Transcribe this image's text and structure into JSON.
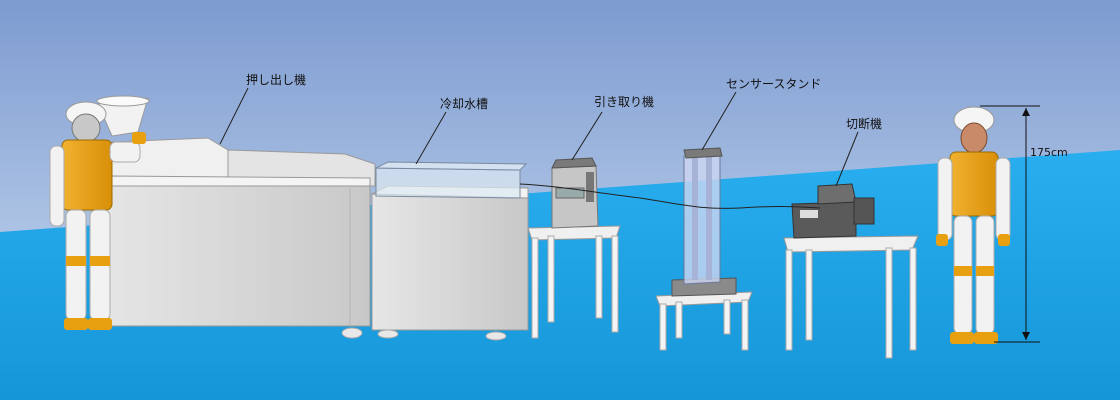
{
  "labels": {
    "extruder": "押し出し機",
    "cooling_tank": "冷却水槽",
    "puller": "引き取り機",
    "sensor_stand": "センサースタンド",
    "cutter": "切断機",
    "height": "175cm"
  },
  "colors": {
    "sky_top": "#7f9fd2",
    "sky_bottom": "#c9dcf1",
    "floor": "#1aa3ea",
    "machine_body": "#d9d9d9",
    "worker_vest": "#e8a010",
    "worker_helmet": "#f5f5f5"
  }
}
